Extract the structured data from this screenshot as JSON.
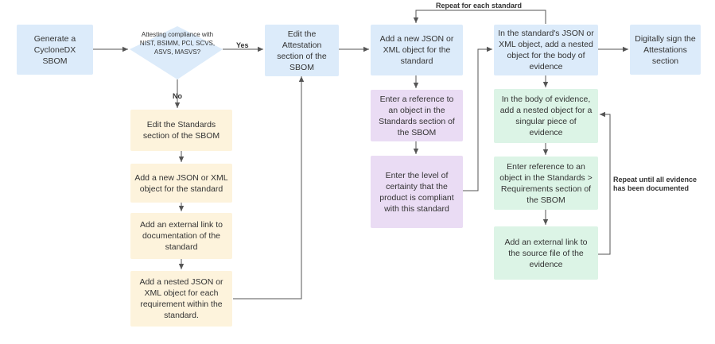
{
  "nodes": {
    "generate_sbom": "Generate a CycloneDX SBOM",
    "decision": "Attesting compliance with NIST, BSIMM, PCI, SCVS, ASVS, MASVS?",
    "edit_attestation": "Edit the Attestation section of the SBOM",
    "add_json_standard_right": "Add a new JSON or XML object for the standard",
    "enter_reference_standards": "Enter a reference to an object in the Standards section of the SBOM",
    "enter_certainty": "Enter the level of certainty that the product is compliant with this standard",
    "nested_body_evidence": "In the standard's JSON or XML object, add a nested object for the body of evidence",
    "digitally_sign": "Digitally sign the Attestations section",
    "body_evidence_piece": "In the body of evidence, add a nested object for a singular piece of evidence",
    "enter_reference_requirements": "Enter reference to an object in the Standards > Requirements section of the SBOM",
    "external_link_source": "Add an external link to the source file of the evidence",
    "edit_standards": "Edit the Standards section of the SBOM",
    "add_json_standard_left": "Add a new JSON or XML object for the standard",
    "external_link_docs": "Add an external link to documentation of the standard",
    "nested_requirement": "Add a nested JSON or XML object for each requirement within the standard."
  },
  "labels": {
    "yes": "Yes",
    "no": "No",
    "repeat_each_standard": "Repeat for each standard",
    "repeat_until_evidence": "Repeat until all evidence has been documented"
  },
  "colors": {
    "blue": "#dcebfa",
    "yellow": "#fdf3dc",
    "purple": "#eadcf4",
    "green": "#dcf4e6",
    "line": "#555555"
  }
}
